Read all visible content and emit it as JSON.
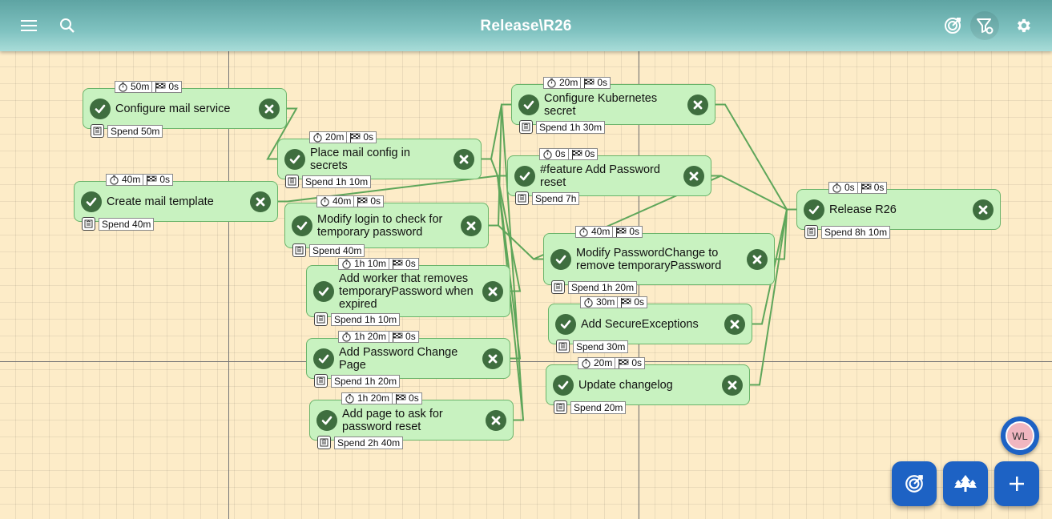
{
  "app": {
    "title": "Release\\R26"
  },
  "toolbar": {
    "menu_icon": "menu-icon",
    "search_icon": "search-icon",
    "target_icon": "target-icon",
    "filter_icon": "filter-settings-icon",
    "settings_icon": "gear-icon"
  },
  "colors": {
    "accent": "#1d62c4",
    "task_bg": "#c8f2c0",
    "task_border": "#6ab46a",
    "edge": "#5ea65a",
    "canvas": "#fdecc8"
  },
  "tasks": [
    {
      "id": "t1",
      "label": "Configure mail service",
      "estimate": "50m",
      "remaining": "0s",
      "spend": "Spend 50m"
    },
    {
      "id": "t2",
      "label": "Create mail template",
      "estimate": "40m",
      "remaining": "0s",
      "spend": "Spend 40m"
    },
    {
      "id": "t3",
      "label": "Place mail config in secrets",
      "estimate": "20m",
      "remaining": "0s",
      "spend": "Spend 1h 10m"
    },
    {
      "id": "t4",
      "label": "Modify login to check for temporary password",
      "estimate": "40m",
      "remaining": "0s",
      "spend": "Spend 40m"
    },
    {
      "id": "t5",
      "label": "Add worker that removes temporaryPassword when expired",
      "estimate": "1h 10m",
      "remaining": "0s",
      "spend": "Spend 1h 10m"
    },
    {
      "id": "t6",
      "label": "Add Password Change Page",
      "estimate": "1h 20m",
      "remaining": "0s",
      "spend": "Spend 1h 20m"
    },
    {
      "id": "t7",
      "label": "Add page to ask for password reset",
      "estimate": "1h 20m",
      "remaining": "0s",
      "spend": "Spend 2h 40m"
    },
    {
      "id": "t8",
      "label": "Configure Kubernetes secret",
      "estimate": "20m",
      "remaining": "0s",
      "spend": "Spend 1h 30m"
    },
    {
      "id": "t9",
      "label": "#feature Add Password reset",
      "estimate": "0s",
      "remaining": "0s",
      "spend": "Spend 7h"
    },
    {
      "id": "t10",
      "label": "Modify PasswordChange to remove temporaryPassword",
      "estimate": "40m",
      "remaining": "0s",
      "spend": "Spend 1h 20m"
    },
    {
      "id": "t11",
      "label": "Add SecureExceptions",
      "estimate": "30m",
      "remaining": "0s",
      "spend": "Spend 30m"
    },
    {
      "id": "t12",
      "label": "Update changelog",
      "estimate": "20m",
      "remaining": "0s",
      "spend": "Spend 20m"
    },
    {
      "id": "t13",
      "label": "Release R26",
      "estimate": "0s",
      "remaining": "0s",
      "spend": "Spend 8h 10m"
    }
  ],
  "fabs": {
    "avatar_initials": "WL",
    "target_icon": "target-icon",
    "tree_icon": "tree-icon",
    "add_icon": "plus-icon"
  }
}
